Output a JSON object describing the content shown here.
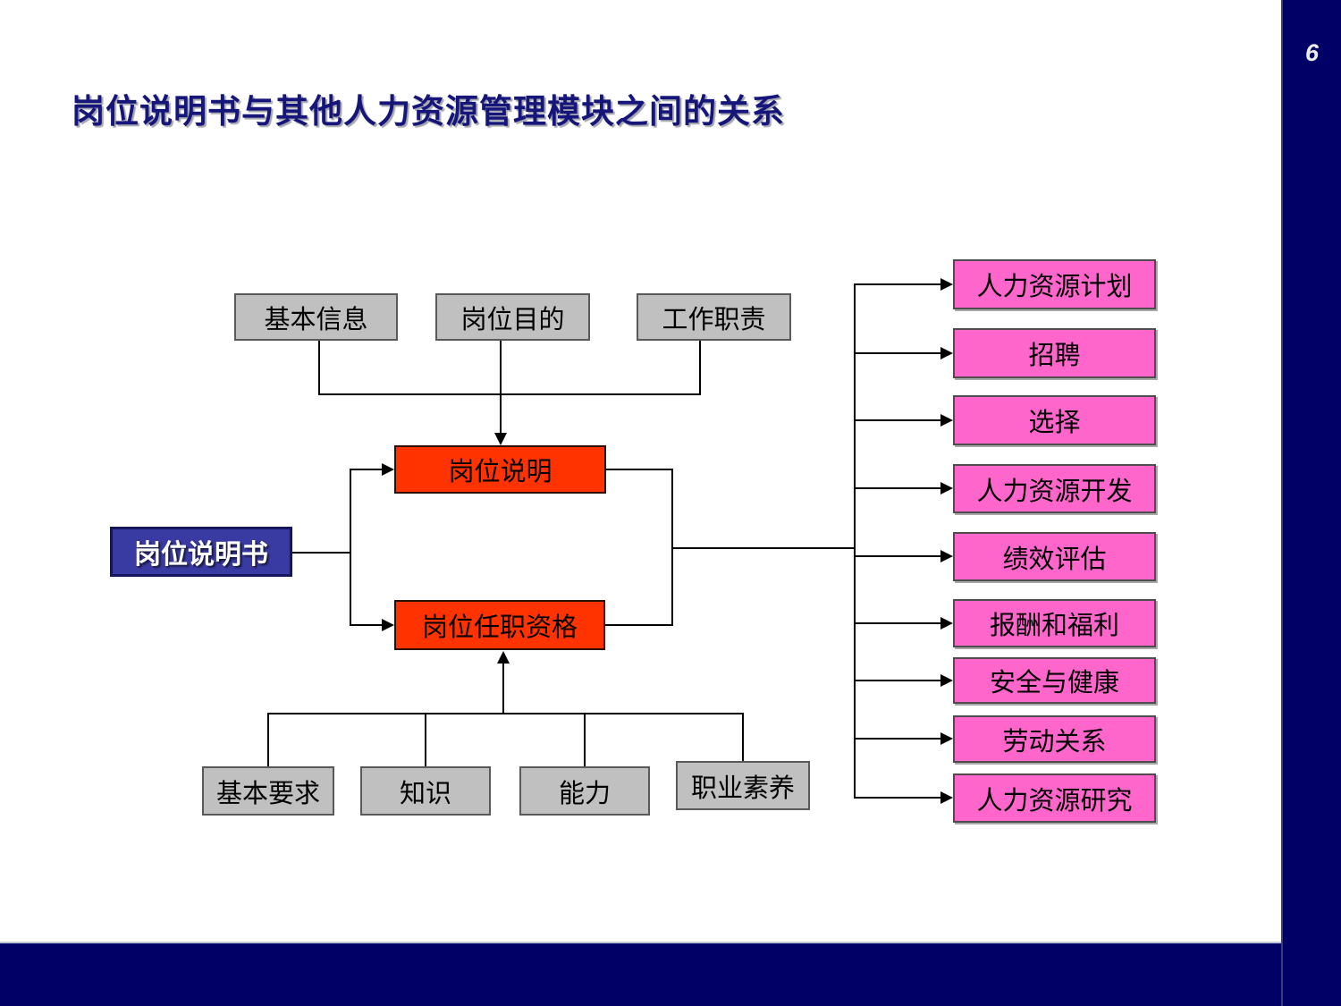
{
  "page": {
    "number": "6"
  },
  "title": {
    "text": "岗位说明书与其他人力资源管理模块之间的关系"
  },
  "colors": {
    "border_bar": "#000066",
    "title_text": "#15157a",
    "source_box_fill": "#3a3aa3",
    "core_box_fill": "#ff3300",
    "component_box_fill": "#c0c0c0",
    "module_box_fill": "#ff66cc"
  },
  "diagram": {
    "source_box": {
      "label": "岗位说明书"
    },
    "core_boxes": [
      {
        "label": "岗位说明"
      },
      {
        "label": "岗位任职资格"
      }
    ],
    "description_components": [
      {
        "label": "基本信息"
      },
      {
        "label": "岗位目的"
      },
      {
        "label": "工作职责"
      }
    ],
    "qualification_components": [
      {
        "label": "基本要求"
      },
      {
        "label": "知识"
      },
      {
        "label": "能力"
      },
      {
        "label": "职业素养"
      }
    ],
    "hr_modules": [
      {
        "label": "人力资源计划"
      },
      {
        "label": "招聘"
      },
      {
        "label": "选择"
      },
      {
        "label": "人力资源开发"
      },
      {
        "label": "绩效评估"
      },
      {
        "label": "报酬和福利"
      },
      {
        "label": "安全与健康"
      },
      {
        "label": "劳动关系"
      },
      {
        "label": "人力资源研究"
      }
    ]
  }
}
